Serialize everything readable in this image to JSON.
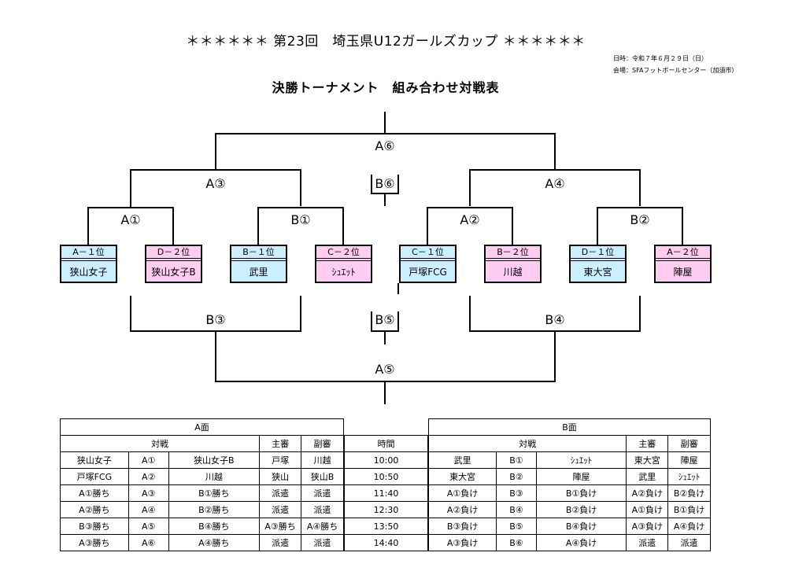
{
  "header": {
    "title": "＊＊＊＊＊＊ 第23回　埼玉県U12ガールズカップ ＊＊＊＊＊＊",
    "date": "日時：令和７年６月２９日（日）",
    "venue": "会場：SFAフットボールセンター（加須市）",
    "subtitle": "決勝トーナメント　組み合わせ対戦表"
  },
  "bracket": {
    "top_final": "A⑥",
    "third_place": "B⑥",
    "top_semi_left": "A③",
    "top_semi_right": "A④",
    "top_r1": [
      "A①",
      "B①",
      "A②",
      "B②"
    ],
    "bottom_final": "A⑤",
    "bottom_center": "B⑤",
    "bottom_left": "B③",
    "bottom_right": "B④"
  },
  "teams": [
    {
      "seed": "A－１位",
      "name": "狭山女子",
      "color": "#ccefff"
    },
    {
      "seed": "D－２位",
      "name": "狭山女子B",
      "color": "#ffccf2"
    },
    {
      "seed": "B－１位",
      "name": "武里",
      "color": "#ccefff"
    },
    {
      "seed": "C－２位",
      "name": "ｼｭｴｯﾄ",
      "color": "#ffccf2"
    },
    {
      "seed": "C－１位",
      "name": "戸塚FCG",
      "color": "#ccefff"
    },
    {
      "seed": "B－２位",
      "name": "川越",
      "color": "#ffccf2"
    },
    {
      "seed": "D－１位",
      "name": "東大宮",
      "color": "#ccefff"
    },
    {
      "seed": "A－２位",
      "name": "陣屋",
      "color": "#ffccf2"
    }
  ],
  "schedule": {
    "a_title": "A面",
    "b_title": "B面",
    "h_match": "対戦",
    "h_ref": "主審",
    "h_sub": "副審",
    "h_time": "時間",
    "a_rows": [
      [
        "狭山女子",
        "A①",
        "狭山女子B",
        "戸塚",
        "川越"
      ],
      [
        "戸塚FCG",
        "A②",
        "川越",
        "狭山",
        "狭山B"
      ],
      [
        "A①勝ち",
        "A③",
        "B①勝ち",
        "派遣",
        "派遣"
      ],
      [
        "A②勝ち",
        "A④",
        "B②勝ち",
        "派遣",
        "派遣"
      ],
      [
        "B③勝ち",
        "A⑤",
        "B④勝ち",
        "A③勝ち",
        "A④勝ち"
      ],
      [
        "A③勝ち",
        "A⑥",
        "A④勝ち",
        "派遣",
        "派遣"
      ]
    ],
    "times": [
      "10:00",
      "10:50",
      "11:40",
      "12:30",
      "13:50",
      "14:40"
    ],
    "b_rows": [
      [
        "武里",
        "B①",
        "ｼｭｴｯﾄ",
        "東大宮",
        "陣屋"
      ],
      [
        "東大宮",
        "B②",
        "陣屋",
        "武里",
        "ｼｭｴｯﾄ"
      ],
      [
        "A①負け",
        "B③",
        "B①負け",
        "A②負け",
        "B②負け"
      ],
      [
        "A②負け",
        "B④",
        "B②負け",
        "A①負け",
        "B①負け"
      ],
      [
        "B③負け",
        "B⑤",
        "B④負け",
        "A③負け",
        "A④負け"
      ],
      [
        "A③負け",
        "B⑥",
        "A④負け",
        "派遣",
        "派遣"
      ]
    ]
  }
}
